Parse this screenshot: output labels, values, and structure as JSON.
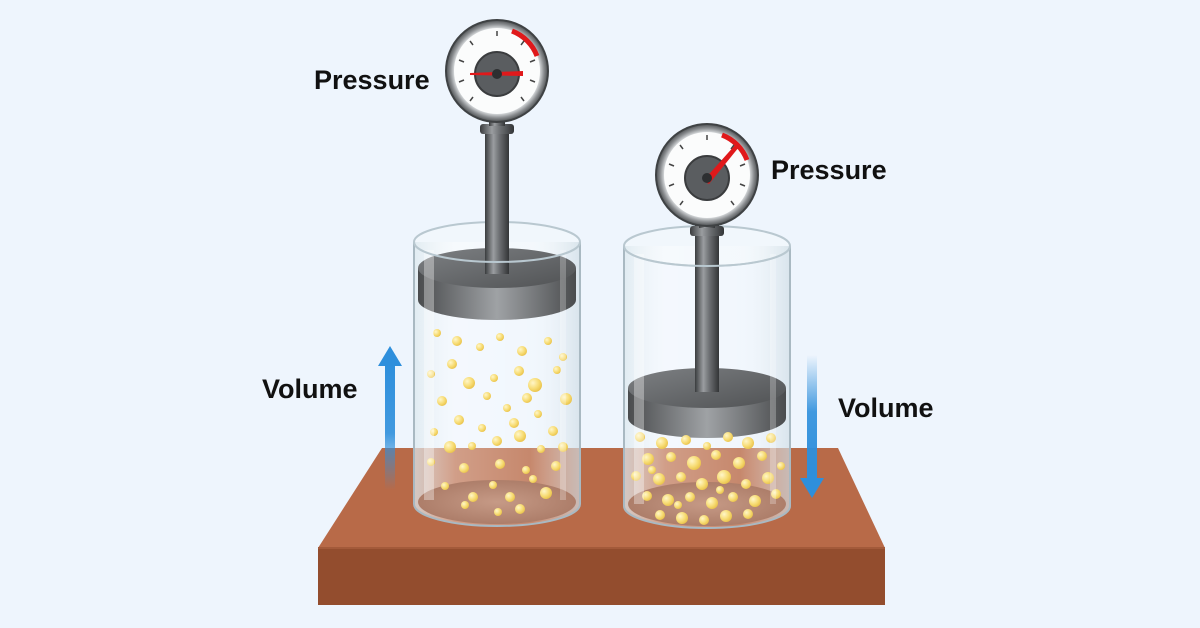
{
  "labels": {
    "left_pressure": "Pressure",
    "right_pressure": "Pressure",
    "left_volume": "Volume",
    "right_volume": "Volume"
  },
  "arrows": {
    "left_volume_direction": "up",
    "right_volume_direction": "down"
  },
  "colors": {
    "background": "#eef5fd",
    "table_top": "#b86a48",
    "table_front": "#934d2e",
    "arrow": "#2e8fdc",
    "gauge_needle": "#e0191b",
    "gas_particle": "#f6d76a",
    "piston": "#5f6264"
  },
  "icons": {
    "gauge": "pressure-gauge-icon",
    "arrow_up": "arrow-up-icon",
    "arrow_down": "arrow-down-icon"
  }
}
